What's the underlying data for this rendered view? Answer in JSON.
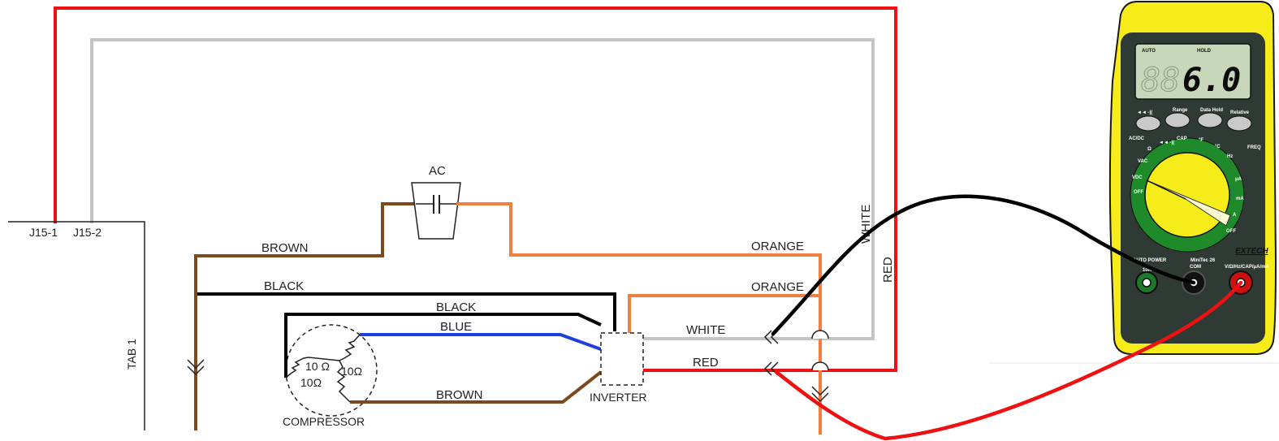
{
  "connectors": {
    "j15_1": "J15-1",
    "j15_2": "J15-2",
    "tab1": "TAB 1"
  },
  "capacitor": {
    "label": "AC"
  },
  "wires": {
    "brown_top": "BROWN",
    "orange_top": "ORANGE",
    "black_main": "BLACK",
    "orange_mid": "ORANGE",
    "black_comp": "BLACK",
    "blue_comp": "BLUE",
    "brown_comp": "BROWN",
    "white_inv": "WHITE",
    "red_inv": "RED",
    "white_vert": "WHITE",
    "red_vert": "RED"
  },
  "compressor": {
    "label": "COMPRESSOR",
    "r1": "10 Ω",
    "r2": "10Ω",
    "r3": "10Ω"
  },
  "inverter": {
    "label": "INVERTER"
  },
  "multimeter": {
    "display_value": "6.0",
    "display_ghost": "88",
    "auto": "AUTO",
    "hold": "HOLD",
    "buttons": [
      "◄◄ -|(",
      "Range",
      "Data Hold",
      "Relative"
    ],
    "dial_labels": [
      "VAC",
      "Ω",
      "◄◄ -|(",
      "CAP",
      "°F",
      "°C",
      "Hz",
      "VDC",
      "OFF",
      "μA",
      "mA",
      "A",
      "OFF"
    ],
    "left_labels": [
      "AC/DC",
      "FREQ",
      "AUTO POWER"
    ],
    "brand": "EXTECH",
    "model": "MiniTec 26",
    "jack_labels": [
      "10A",
      "COM",
      "V/Ω/Hz/CAP/μA/mA"
    ],
    "colors": {
      "body": "#f5ec1a",
      "bezel": "#2f3a34",
      "dial": "#1f8a2a",
      "lcd": "#c8d6b9"
    }
  },
  "colors": {
    "red": "#ee1111",
    "gray": "#c4c4c4",
    "brown": "#7b4a1e",
    "orange": "#f08040",
    "black": "#000000",
    "blue": "#1f3fdc"
  }
}
